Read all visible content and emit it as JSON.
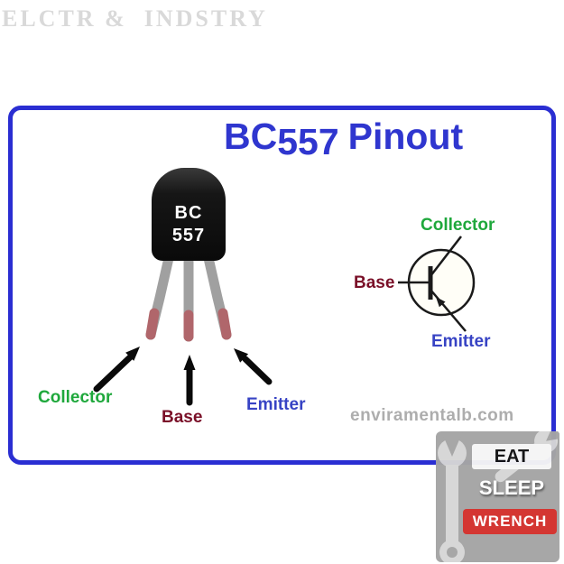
{
  "watermarks": {
    "top": "ELCTR &  INDSTRY",
    "site": "enviramentalb.com"
  },
  "title": {
    "prefix": "BC",
    "number": "557",
    "suffix": "Pinout"
  },
  "package": {
    "label_line1": "BC",
    "label_line2": "557"
  },
  "pins": {
    "collector": "Collector",
    "base": "Base",
    "emitter": "Emitter"
  },
  "symbol": {
    "collector": "Collector",
    "base": "Base",
    "emitter": "Emitter"
  },
  "logo": {
    "line1": "EAT",
    "line2": "SLEEP",
    "line3": "WRENCH"
  },
  "icons": {
    "transistor_package": "to92-package",
    "transistor_symbol": "pnp-transistor-symbol",
    "collector_arrow": "arrow-up-right",
    "base_arrow": "arrow-up",
    "emitter_arrow": "arrow-up-left",
    "wrench": "crossed-wrenches"
  },
  "colors": {
    "card_border": "#2a2ed2",
    "title_blue": "#2f36cf",
    "collector_green": "#1fa83c",
    "base_maroon": "#7a1028",
    "emitter_blue": "#3743c4",
    "leg_gray": "#a0a0a0",
    "leg_tip_red": "#b0666b",
    "logo_red": "#d3302c",
    "watermark_gray": "#adadad"
  }
}
